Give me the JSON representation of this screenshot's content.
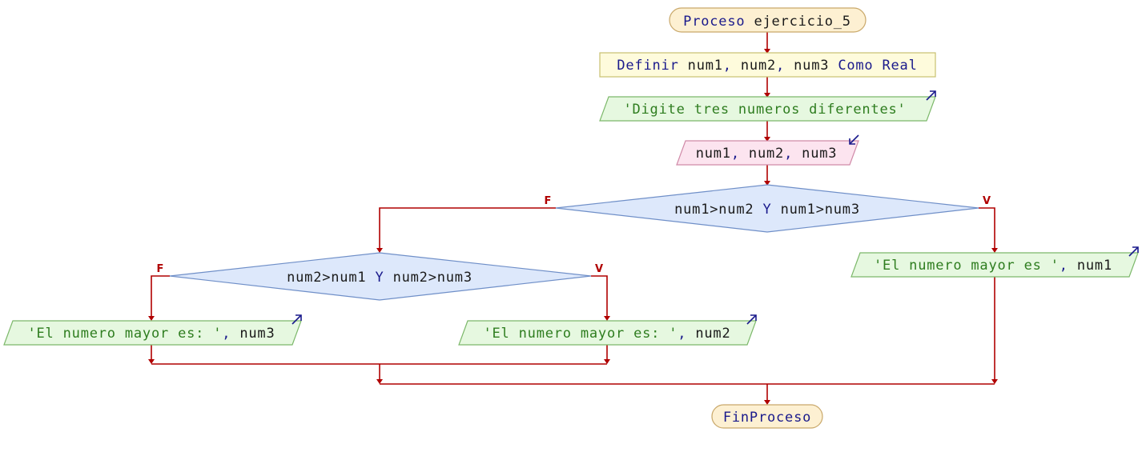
{
  "colors": {
    "terminal_fill": "#fdf0d2",
    "terminal_stroke": "#c9a86a",
    "define_fill": "#fefbdc",
    "define_stroke": "#c8c070",
    "output_fill": "#e6f8e0",
    "output_stroke": "#7cb86a",
    "input_fill": "#fce4ef",
    "input_stroke": "#d08aa8",
    "decision_fill": "#dde8fb",
    "decision_stroke": "#6f8fc8",
    "edge": "#b00000",
    "keyword": "#1a1a8c",
    "string": "#2e7d1f",
    "variable": "#1a1a1a"
  },
  "nodes": {
    "start": {
      "keyword": "Proceso",
      "name": "ejercicio_5"
    },
    "define": {
      "kw1": "Definir",
      "vars": "num1",
      "sep1": ",",
      "v2": "num2",
      "sep2": ",",
      "v3": "num3",
      "kw2": "Como Real"
    },
    "prompt": {
      "text": "'Digite tres numeros diferentes'"
    },
    "read": {
      "v1": "num1",
      "sep1": ",",
      "v2": "num2",
      "sep2": ",",
      "v3": "num3"
    },
    "decision1": {
      "left": "num1>num2",
      "op": "Y",
      "right": "num1>num3",
      "false_label": "F",
      "true_label": "V"
    },
    "decision2": {
      "left": "num2>num1",
      "op": "Y",
      "right": "num2>num3",
      "false_label": "F",
      "true_label": "V"
    },
    "out_num1": {
      "text": "'El numero mayor es '",
      "sep": ",",
      "var": "num1"
    },
    "out_num2": {
      "text": "'El numero mayor es: '",
      "sep": ",",
      "var": "num2"
    },
    "out_num3": {
      "text": "'El numero mayor es: '",
      "sep": ",",
      "var": "num3"
    },
    "end": {
      "keyword": "FinProceso"
    }
  }
}
